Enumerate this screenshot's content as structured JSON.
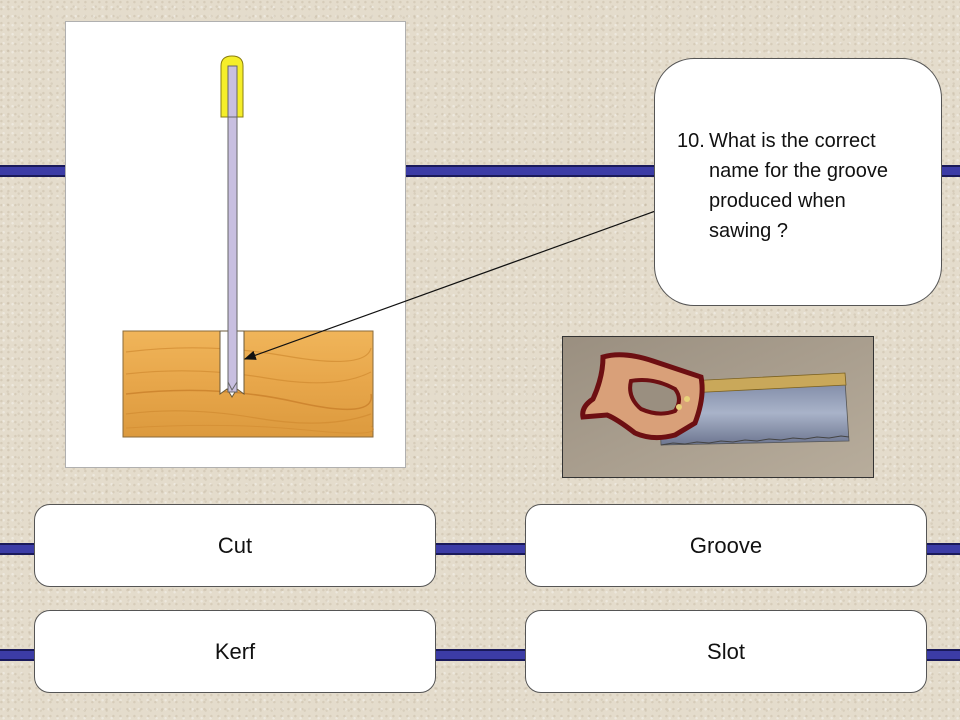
{
  "question": {
    "number": "10.",
    "lines": [
      "What is the correct",
      "name for the groove",
      "produced when",
      "sawing ?"
    ]
  },
  "answers": [
    {
      "label": "Cut"
    },
    {
      "label": "Groove"
    },
    {
      "label": "Kerf"
    },
    {
      "label": "Slot"
    }
  ],
  "colors": {
    "bar": "#3c3ca6",
    "blade": "#c8bfe0",
    "handle": "#f5ee2a",
    "wood": "#e7a64a"
  }
}
